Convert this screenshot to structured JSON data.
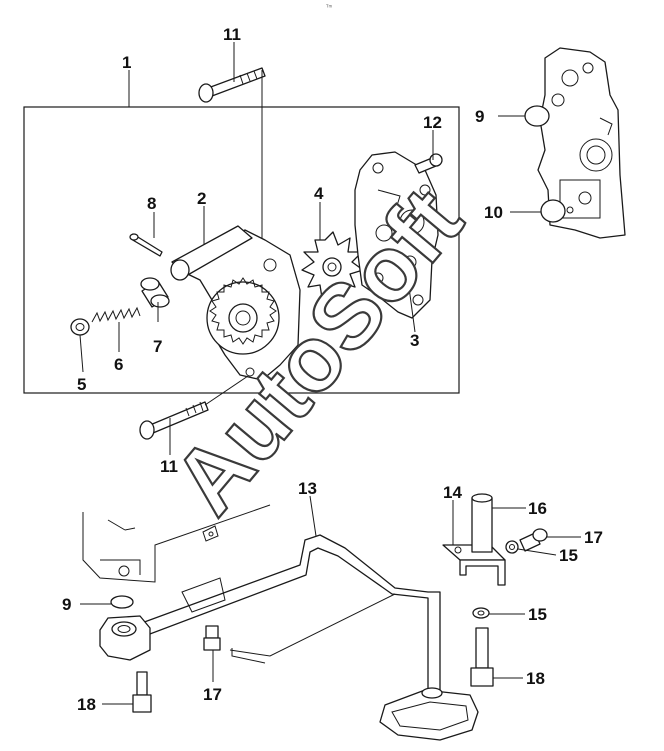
{
  "corner_mark": "ᵀᵐ",
  "watermark": "AutoSoft",
  "callouts": {
    "c1": "1",
    "c2": "2",
    "c3": "3",
    "c4": "4",
    "c5": "5",
    "c6": "6",
    "c7": "7",
    "c8": "8",
    "c9a": "9",
    "c9b": "9",
    "c10": "10",
    "c11a": "11",
    "c11b": "11",
    "c12": "12",
    "c13": "13",
    "c14": "14",
    "c15a": "15",
    "c15b": "15",
    "c16": "16",
    "c17a": "17",
    "c17b": "17",
    "c18a": "18",
    "c18b": "18"
  }
}
